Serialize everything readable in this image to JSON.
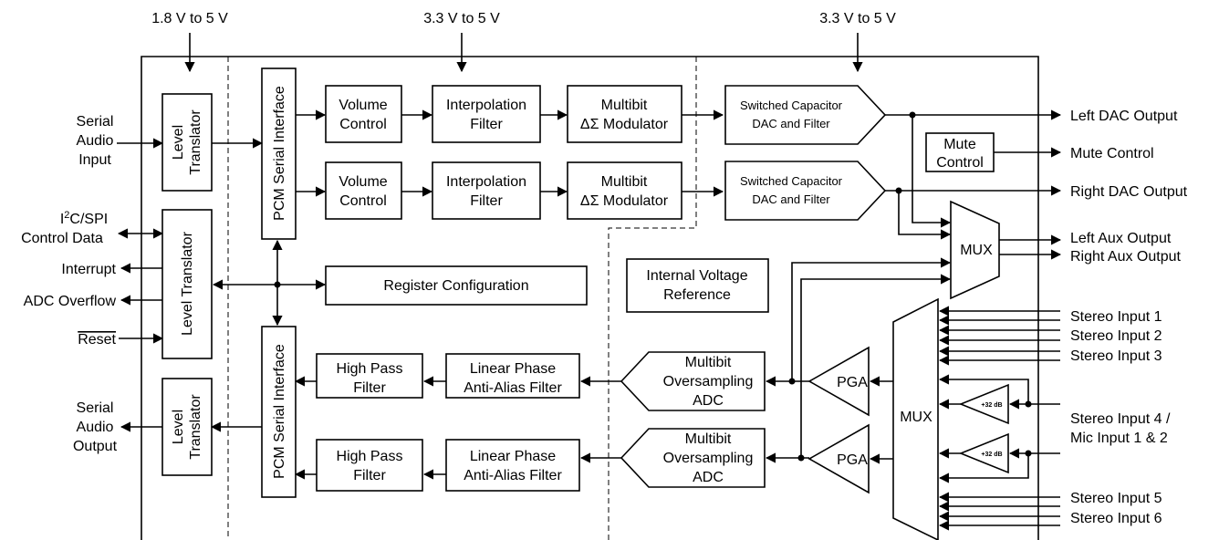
{
  "supplies": [
    "1.8 V to 5 V",
    "3.3 V to 5 V",
    "3.3 V to 5 V"
  ],
  "inputs_left": {
    "serial_audio_input": [
      "Serial",
      "Audio",
      "Input"
    ],
    "i2c_spi_prefix": "I",
    "i2c_spi_sup": "2",
    "i2c_spi_suffix": "C/SPI",
    "control_data": "Control Data",
    "interrupt": "Interrupt",
    "adc_overflow": "ADC Overflow",
    "reset": "Reset",
    "serial_audio_output": [
      "Serial",
      "Audio",
      "Output"
    ]
  },
  "blocks": {
    "level_translator": [
      "Level",
      "Translator"
    ],
    "level_translator_long": "Level Translator",
    "pcm_serial_interface": "PCM Serial Interface",
    "volume_control": [
      "Volume",
      "Control"
    ],
    "interpolation_filter": [
      "Interpolation",
      "Filter"
    ],
    "multibit_modulator": [
      "Multibit",
      "ΔΣ Modulator"
    ],
    "switched_cap_dac": [
      "Switched Capacitor",
      "DAC and Filter"
    ],
    "mute_control": [
      "Mute",
      "Control"
    ],
    "mux": "MUX",
    "register_configuration": "Register Configuration",
    "internal_voltage_reference": [
      "Internal Voltage",
      "Reference"
    ],
    "high_pass_filter": [
      "High Pass",
      "Filter"
    ],
    "linear_phase_filter": [
      "Linear Phase",
      "Anti-Alias Filter"
    ],
    "multibit_adc": [
      "Multibit",
      "Oversampling",
      "ADC"
    ],
    "pga": "PGA",
    "gain_32db": "+32 dB"
  },
  "outputs_right": {
    "left_dac_output": "Left DAC Output",
    "mute_control": "Mute Control",
    "right_dac_output": "Right DAC Output",
    "left_aux_output": "Left Aux Output",
    "right_aux_output": "Right Aux Output",
    "stereo_input_1": "Stereo Input 1",
    "stereo_input_2": "Stereo Input 2",
    "stereo_input_3": "Stereo Input 3",
    "stereo_input_4": [
      "Stereo Input 4 /",
      "Mic Input 1 & 2"
    ],
    "stereo_input_5": "Stereo Input 5",
    "stereo_input_6": "Stereo Input 6"
  }
}
